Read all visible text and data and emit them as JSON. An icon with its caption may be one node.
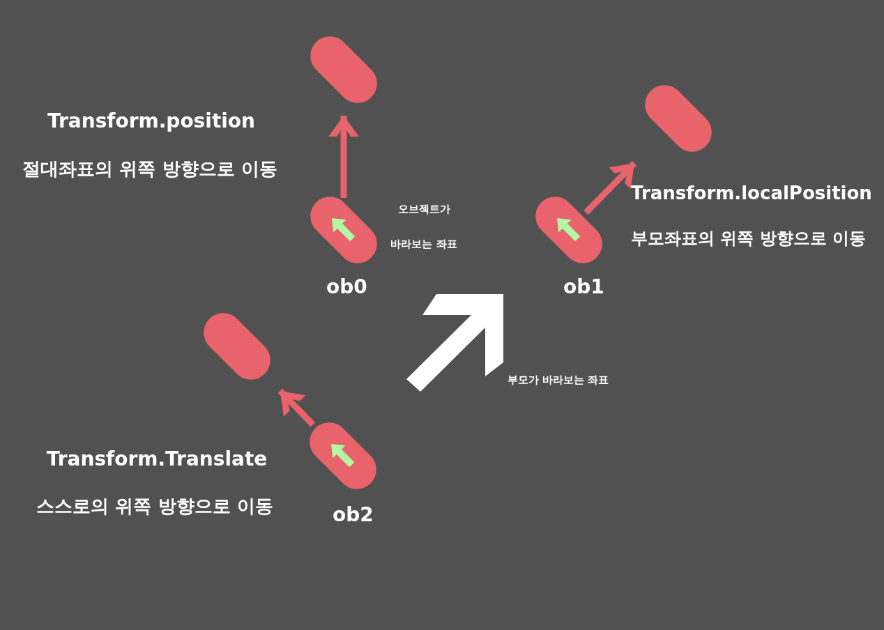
{
  "diagram": {
    "nodes": [
      {
        "text": [],
        "shape": "capsule",
        "beside": [
          "ob0"
        ]
      },
      {
        "text": [],
        "shape": "capsule"
      },
      {
        "text": [],
        "shape": "capsule",
        "beside": [
          "ob1"
        ]
      },
      {
        "text": [],
        "shape": "capsule"
      },
      {
        "text": [],
        "shape": "capsule",
        "beside": [
          "ob2"
        ]
      },
      {
        "text": [],
        "shape": "capsule"
      }
    ],
    "edges": [
      {
        "from": 0,
        "to": 1,
        "arrow": "to"
      },
      {
        "from": 2,
        "to": 3,
        "arrow": "to"
      },
      {
        "from": 4,
        "to": 5,
        "arrow": "to"
      }
    ],
    "labels": [
      "Transform.position",
      "절대좌표의 위쪽 방향으로 이동",
      "오브젝트가 바라보는 좌표",
      "Transform.localPosition",
      "부모좌표의 위쪽 방향으로 이동",
      "부모가 바라보는 좌표",
      "Transform.Translate",
      "스스로의 위쪽 방향으로 이동"
    ]
  }
}
